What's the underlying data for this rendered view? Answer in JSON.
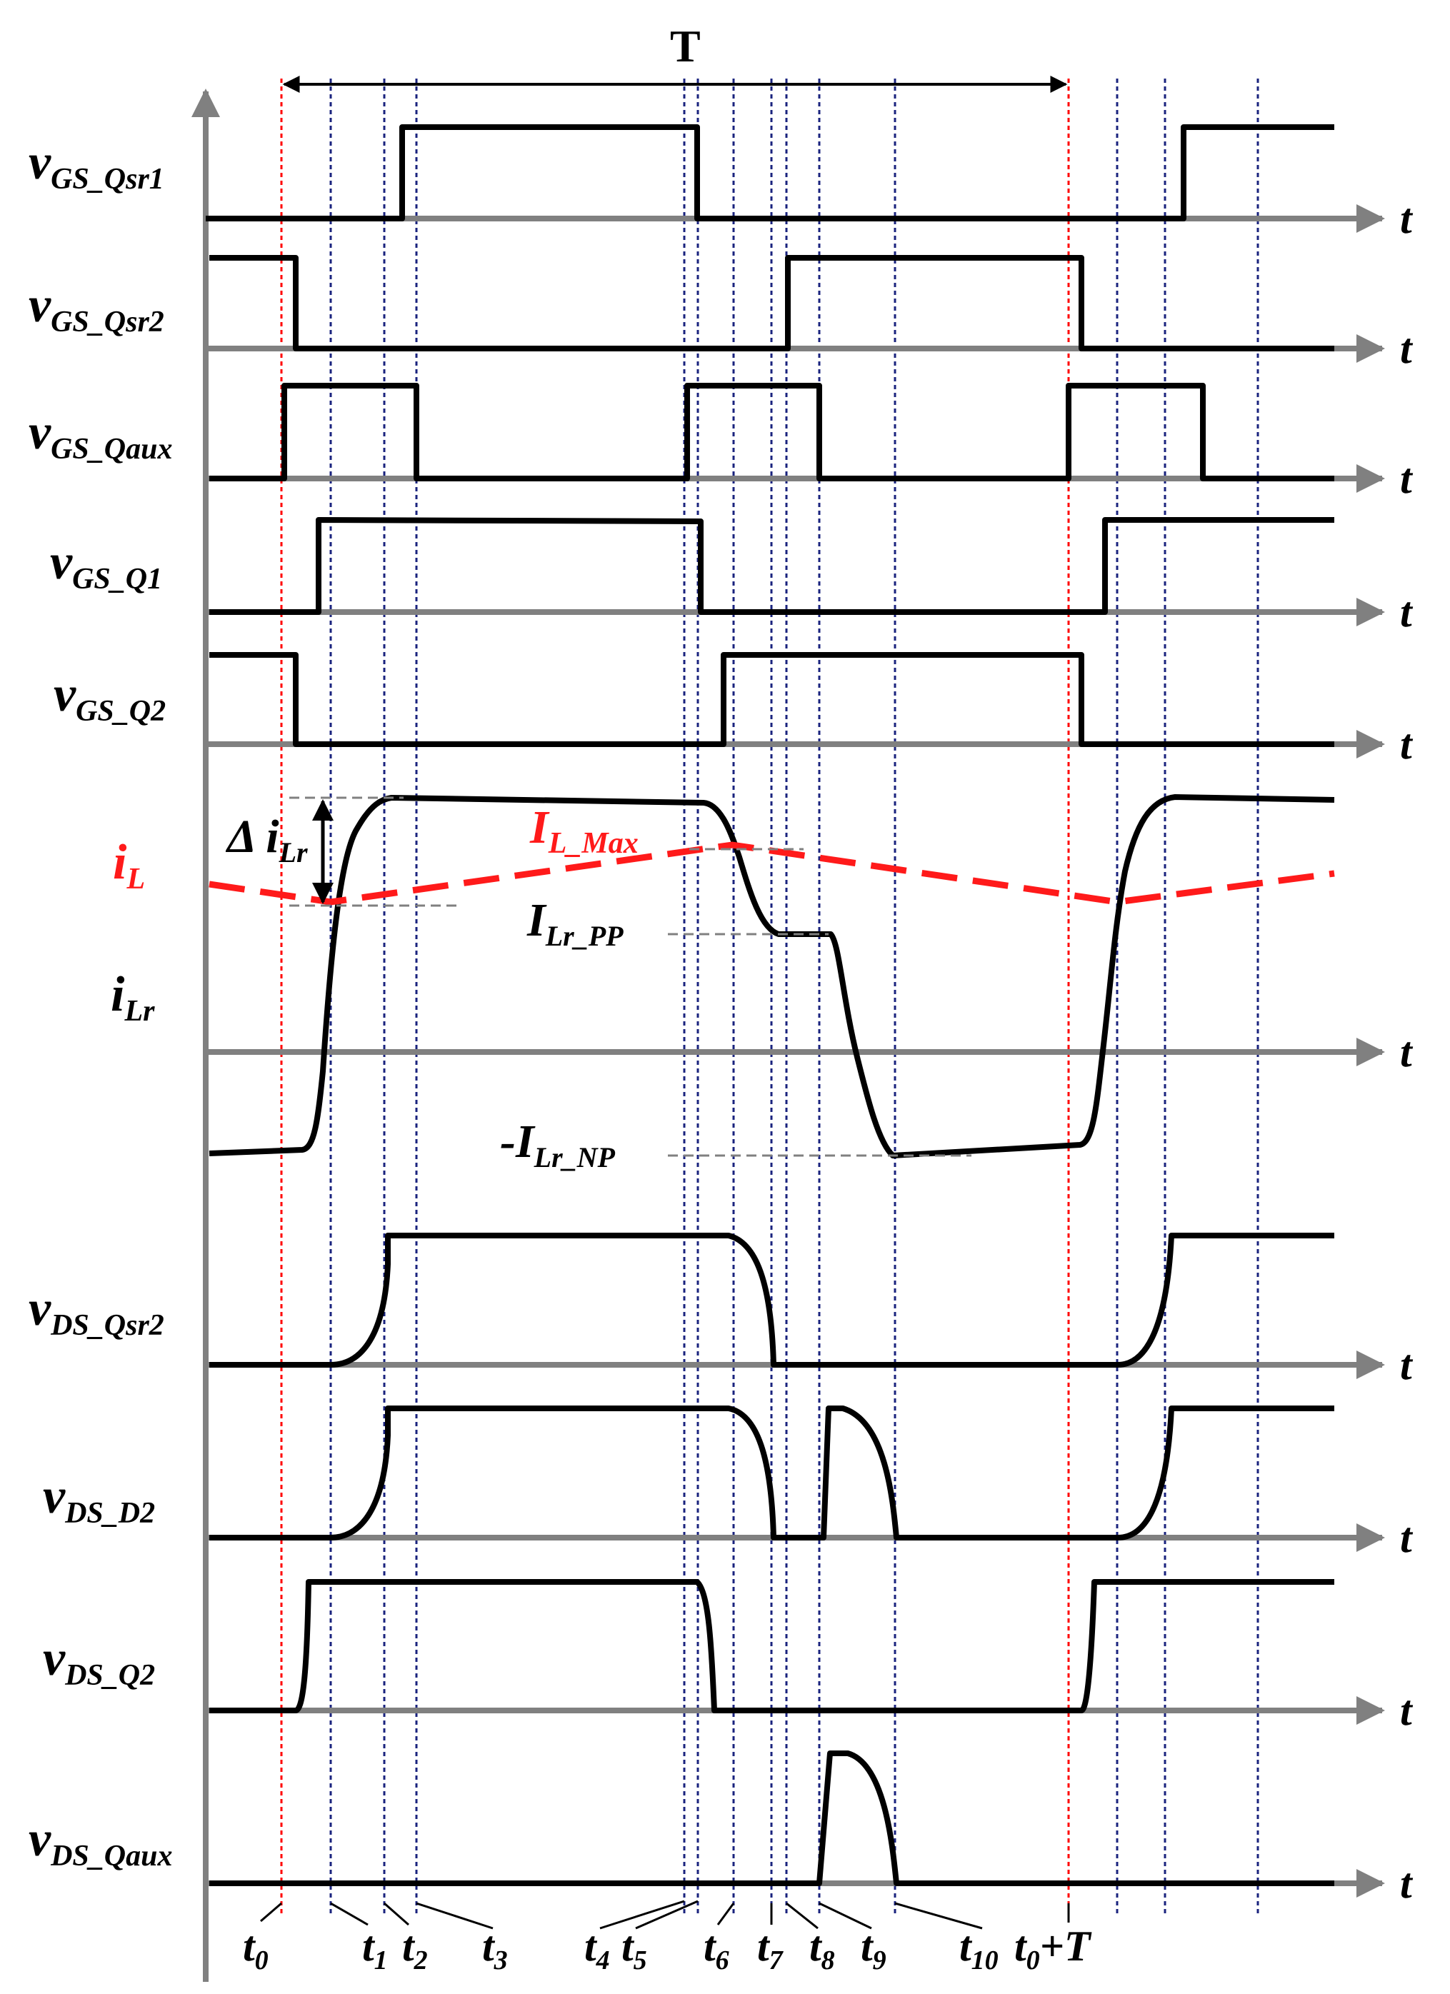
{
  "period": {
    "label": "T"
  },
  "time_axis_symbol": "t",
  "signals": [
    {
      "id": "vgs-qsr1",
      "main": "v",
      "sub": "GS_Qsr1"
    },
    {
      "id": "vgs-qsr2",
      "main": "v",
      "sub": "GS_Qsr2"
    },
    {
      "id": "vgs-qaux",
      "main": "v",
      "sub": "GS_Qaux"
    },
    {
      "id": "vgs-q1",
      "main": "v",
      "sub": "GS_Q1"
    },
    {
      "id": "vgs-q2",
      "main": "v",
      "sub": "GS_Q2"
    },
    {
      "id": "il",
      "main": "i",
      "sub": "L"
    },
    {
      "id": "ilr",
      "main": "i",
      "sub": "Lr"
    },
    {
      "id": "vds-qsr2",
      "main": "v",
      "sub": "DS_Qsr2"
    },
    {
      "id": "vds-d2",
      "main": "v",
      "sub": "DS_D2"
    },
    {
      "id": "vds-q2",
      "main": "v",
      "sub": "DS_Q2"
    },
    {
      "id": "vds-qaux",
      "main": "v",
      "sub": "DS_Qaux"
    }
  ],
  "current_levels": {
    "il_max": {
      "main": "I",
      "sub": "L_Max"
    },
    "ilr_pp": {
      "main": "I",
      "sub": "Lr_PP"
    },
    "ilr_np": {
      "main": "-I",
      "sub": "Lr_NP"
    },
    "delta_ilr": {
      "main": "Δ i",
      "sub": "Lr"
    }
  },
  "time_marks": [
    {
      "id": "t0",
      "main": "t",
      "sub": "0"
    },
    {
      "id": "t1",
      "main": "t",
      "sub": "1"
    },
    {
      "id": "t2",
      "main": "t",
      "sub": "2"
    },
    {
      "id": "t3",
      "main": "t",
      "sub": "3"
    },
    {
      "id": "t4",
      "main": "t",
      "sub": "4"
    },
    {
      "id": "t5",
      "main": "t",
      "sub": "5"
    },
    {
      "id": "t6",
      "main": "t",
      "sub": "6"
    },
    {
      "id": "t7",
      "main": "t",
      "sub": "7"
    },
    {
      "id": "t8",
      "main": "t",
      "sub": "8"
    },
    {
      "id": "t9",
      "main": "t",
      "sub": "9"
    },
    {
      "id": "t10",
      "main": "t",
      "sub": "10"
    },
    {
      "id": "t0T",
      "main": "t",
      "sub": "0",
      "suffix": "+T"
    }
  ],
  "colors": {
    "waveform": "#000000",
    "axis": "#808080",
    "period_boundary": "#ff0000",
    "instant_marker": "#1a237e",
    "inductor_current": "#ff1a1a",
    "level_guide": "#808080"
  }
}
